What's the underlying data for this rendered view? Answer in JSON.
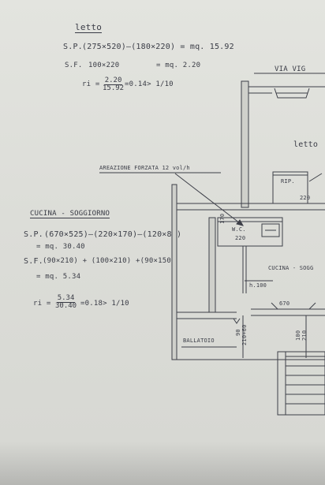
{
  "letto_calc": {
    "heading": "letto",
    "sp_label": "S.P.",
    "sp_expr": "(275×520)–(180×220) = mq. 15.92",
    "sf_label": "S.F.",
    "sf_expr": "100×220",
    "sf_result": "= mq. 2.20",
    "ri_label": "ri =",
    "ri_num": "2.20",
    "ri_den": "15.92",
    "ri_result": "=0.14> 1/10"
  },
  "cucina_calc": {
    "heading": "CUCINA - SOGGIORNO",
    "sp_label": "S.P.",
    "sp_expr": "(670×525)–(220×170)–(120×80)",
    "sp_result": "= mq. 30.40",
    "sf_label": "S.F.",
    "sf_expr": "(90×210) + (100×210) +(90×150)",
    "sf_result": "= mq. 5.34",
    "ri_label": "ri =",
    "ri_num": "5.34",
    "ri_den": "30.40",
    "ri_result": "=0.18> 1/10"
  },
  "plan": {
    "street_label": "VIA VIG",
    "room_letto": "letto",
    "room_rip": "RIP.",
    "dim_rip": "220",
    "vent_note": "AREAZIONE FORZATA 12 vol/h",
    "room_wc": "W.C.",
    "dim_wc": "220",
    "dim_wc_side": "170",
    "room_cucina": "CUCINA - SOGG",
    "dim_h": "h.100",
    "dim_670": "670",
    "dim_90_210_1": "90",
    "dim_90_210_2": "210+60",
    "dim_100": "100",
    "dim_210": "210",
    "ballatoio": "BALLATOIO"
  },
  "colors": {
    "ink": "#3a3c46",
    "paper": "#dcddd8"
  }
}
